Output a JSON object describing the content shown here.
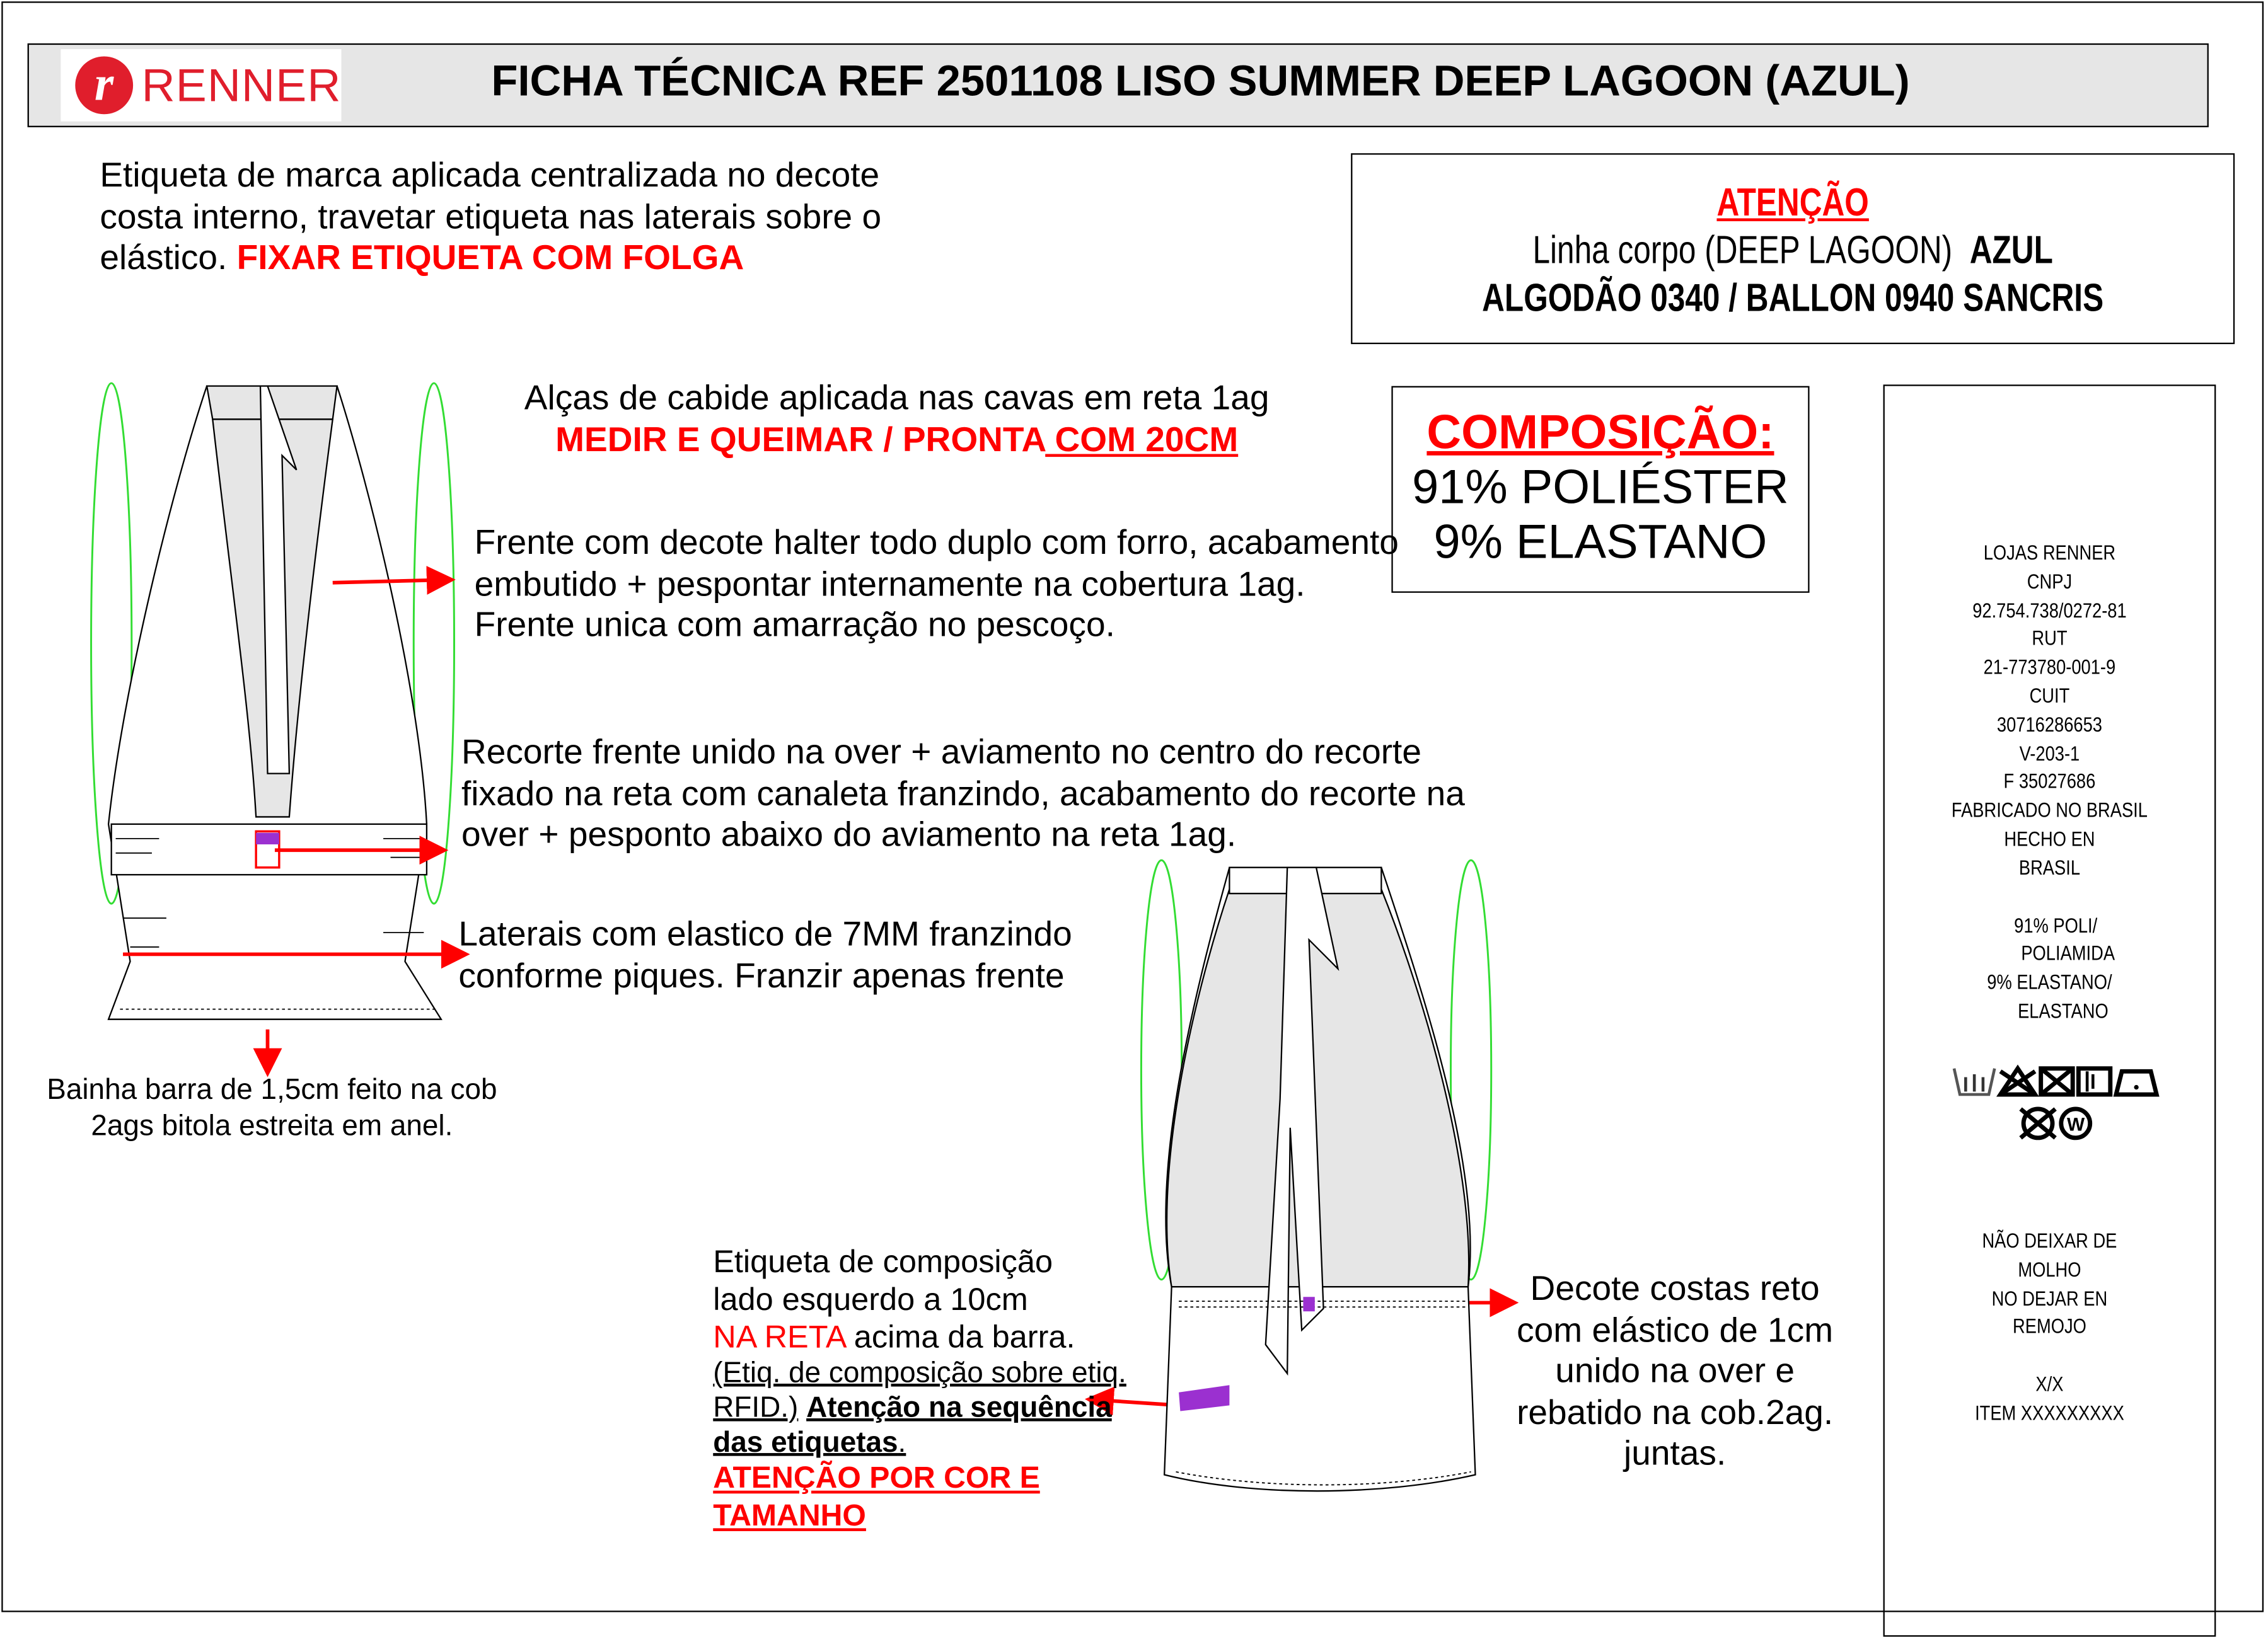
{
  "header": {
    "logo_text": "RENNER",
    "logo_letter": "r",
    "title": "FICHA TÉCNICA REF 2501108 LISO SUMMER DEEP LAGOON (AZUL)"
  },
  "notes": {
    "etiqueta_marca": {
      "text": "Etiqueta de marca aplicada centralizada no decote costa interno, travetar etiqueta nas laterais sobre o elástico.",
      "highlight": "FIXAR ETIQUETA COM FOLGA"
    },
    "alcas": {
      "text": "Alças de cabide aplicada nas cavas em reta 1ag",
      "highlight": "MEDIR E QUEIMAR / PRONTA",
      "highlight_underlined": " COM 20CM"
    },
    "frente": "Frente com decote halter todo duplo com forro, acabamento embutido + pespontar internamente na cobertura 1ag. Frente unica com amarração no pescoço.",
    "recorte": "Recorte frente unido na over + aviamento no centro do recorte fixado na reta com canaleta franzindo, acabamento do recorte na over + pesponto abaixo do aviamento na reta 1ag.",
    "laterais": "Laterais com elastico de 7MM franzindo conforme piques. Franzir apenas frente",
    "bainha": "Bainha barra de 1,5cm feito na cob 2ags bitola estreita em anel.",
    "etiq_comp": {
      "line1": "Etiqueta de composição",
      "line2": "lado esquerdo a 10cm",
      "red": "NA RETA",
      "rest": " acima da barra.",
      "underlined": "(Etiq. de composição sobre etiq. RFID.)",
      "bold_underlined": "Atenção na sequência das etiquetas",
      "red_bold": "ATENÇÃO POR COR E TAMANHO"
    },
    "decote_costas": "Decote costas reto com elástico de 1cm unido na over e rebatido na cob.2ag. juntas."
  },
  "attention": {
    "title": "ATENÇÃO",
    "line1": "Linha corpo (DEEP LAGOON)",
    "line1_bold": "AZUL",
    "line2": "ALGODÃO 0340 / BALLON 0940 SANCRIS"
  },
  "composition": {
    "title": "COMPOSIÇÃO:",
    "line1": "91% POLIÉSTER",
    "line2": "9% ELASTANO"
  },
  "care_label": {
    "lines_top": [
      "LOJAS RENNER",
      "CNPJ",
      "92.754.738/0272-81",
      "RUT",
      "21-773780-001-9",
      "CUIT",
      "30716286653",
      "V-203-1",
      "F 35027686",
      "FABRICADO NO BRASIL",
      "HECHO EN",
      "BRASIL"
    ],
    "lines_comp": [
      "91% POLI/",
      "POLIAMIDA",
      "9% ELASTANO/",
      "ELASTANO"
    ],
    "lines_bottom": [
      "NÃO DEIXAR DE",
      "MOLHO",
      "NO DEJAR EN",
      "REMOJO"
    ],
    "size": "X/X",
    "item": "ITEM XXXXXXXXX"
  },
  "colors": {
    "accent": "#ff0000",
    "label_purple": "#9b30d0",
    "hanger_loop": "#33dd33",
    "brand": "#e01e2c"
  }
}
